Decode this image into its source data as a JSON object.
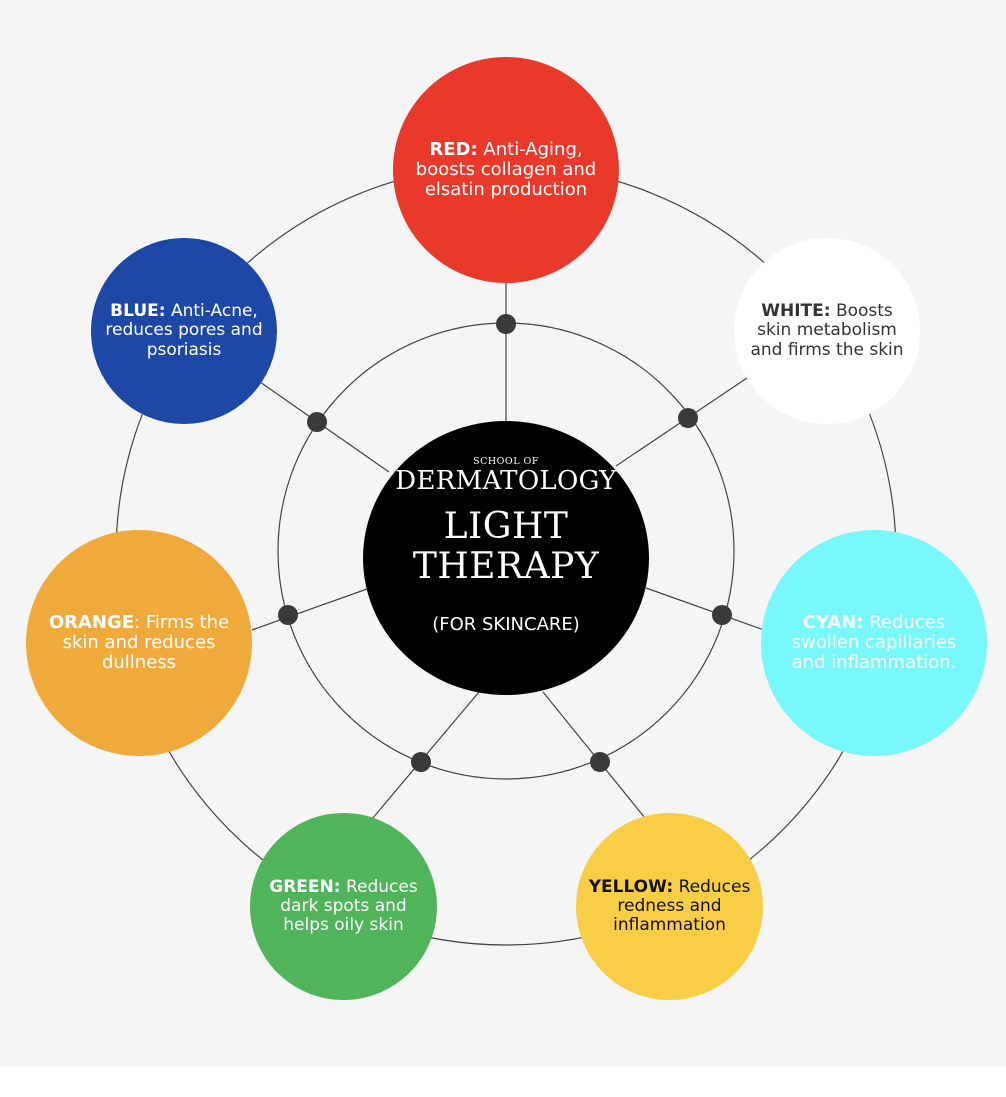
{
  "center": {
    "school": "SCHOOL OF",
    "dermatology": "DERMATOLOGY",
    "title_line1": "LIGHT",
    "title_line2": "THERAPY",
    "subtitle": "(FOR SKINCARE)"
  },
  "colors": {
    "background": "#f5f5f5",
    "center": "#000000",
    "connector_dot": "#3a3a3a",
    "line": "#444444"
  },
  "nodes": [
    {
      "id": "red",
      "label": "RED:",
      "text": "Anti-Aging, boosts collagen and elsatin production",
      "color": "#e8392b",
      "text_color": "#ffffff"
    },
    {
      "id": "white",
      "label": "WHITE:",
      "text": "Boosts skin metabolism and firms the skin",
      "color": "#ffffff",
      "text_color": "#333333"
    },
    {
      "id": "cyan",
      "label": "CYAN:",
      "text": "Reduces swollen capillaries and inflammation.",
      "color": "#78f8fb",
      "text_color": "#ffffff"
    },
    {
      "id": "yellow",
      "label": "YELLOW:",
      "text": "Reduces redness and inflammation",
      "color": "#f7ce46",
      "text_color": "#111111"
    },
    {
      "id": "green",
      "label": "GREEN:",
      "text": "Reduces dark spots and helps oily skin",
      "color": "#50b45a",
      "text_color": "#ffffff"
    },
    {
      "id": "orange",
      "label": "ORANGE",
      "text": ": Firms the skin and reduces dullness",
      "color": "#f0aa3c",
      "text_color": "#ffffff"
    },
    {
      "id": "blue",
      "label": "BLUE:",
      "text": "Anti-Acne, reduces pores and psoriasis",
      "color": "#1e48a6",
      "text_color": "#ffffff"
    }
  ]
}
